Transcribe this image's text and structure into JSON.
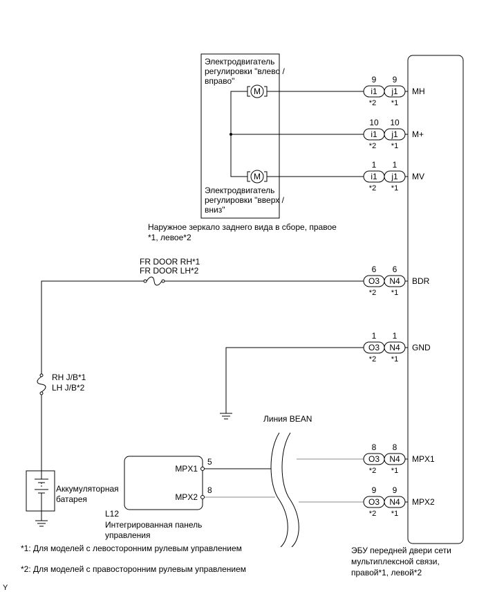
{
  "motor_lr": {
    "title_lines": [
      "Электродвигатель",
      "регулировки \"влево /",
      "вправо\""
    ],
    "symbol": "M"
  },
  "motor_ud": {
    "title_lines": [
      "Электродвигатель",
      "регулировки \"вверх /",
      "вниз\""
    ],
    "symbol": "M"
  },
  "mirror_assembly_lines": [
    "Наружное зеркало заднего вида в сборе, правое",
    "*1, левое*2"
  ],
  "fuse_door": [
    "FR DOOR RH*1",
    "FR DOOR LH*2"
  ],
  "fuse_jb": [
    "RH J/B*1",
    "LH J/B*2"
  ],
  "battery_lines": [
    "Аккумуляторная",
    "батарея"
  ],
  "bean_line_label": "Линия BEAN",
  "panel": {
    "code": "L12",
    "name_lines": [
      "Интегрированная панель",
      "управления"
    ],
    "pins": [
      {
        "name": "MPX1",
        "pin": "5"
      },
      {
        "name": "MPX2",
        "pin": "8"
      }
    ]
  },
  "ecu_name_lines": [
    "ЭБУ передней двери сети",
    "мультиплексной связи,",
    "правой*1, левой*2"
  ],
  "ecu_terminals": [
    {
      "left_pin": "9",
      "right_pin": "9",
      "left_conn": "i1",
      "right_conn": "j1",
      "left_note": "*2",
      "right_note": "*1",
      "signal": "MH"
    },
    {
      "left_pin": "10",
      "right_pin": "10",
      "left_conn": "i1",
      "right_conn": "j1",
      "left_note": "*2",
      "right_note": "*1",
      "signal": "M+"
    },
    {
      "left_pin": "1",
      "right_pin": "1",
      "left_conn": "i1",
      "right_conn": "j1",
      "left_note": "*2",
      "right_note": "*1",
      "signal": "MV"
    },
    {
      "left_pin": "6",
      "right_pin": "6",
      "left_conn": "O3",
      "right_conn": "N4",
      "left_note": "*2",
      "right_note": "*1",
      "signal": "BDR"
    },
    {
      "left_pin": "1",
      "right_pin": "1",
      "left_conn": "O3",
      "right_conn": "N4",
      "left_note": "*2",
      "right_note": "*1",
      "signal": "GND"
    },
    {
      "left_pin": "8",
      "right_pin": "8",
      "left_conn": "O3",
      "right_conn": "N4",
      "left_note": "*2",
      "right_note": "*1",
      "signal": "MPX1"
    },
    {
      "left_pin": "9",
      "right_pin": "9",
      "left_conn": "O3",
      "right_conn": "N4",
      "left_note": "*2",
      "right_note": "*1",
      "signal": "MPX2"
    }
  ],
  "footnotes": [
    "*1: Для моделей с левосторонним рулевым управлением",
    "*2: Для моделей с правосторонним рулевым управлением"
  ],
  "corner_mark": "Y"
}
